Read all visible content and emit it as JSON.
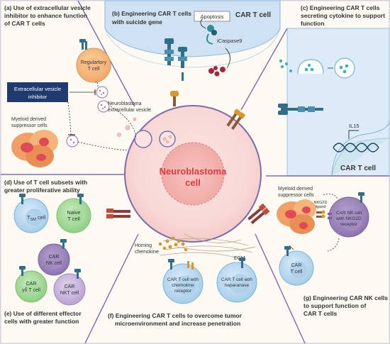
{
  "sections": {
    "a": {
      "title_l1": "(a) Use of extracellular vesicle",
      "title_l2": "inhibitor to enhance function",
      "title_l3": "of CAR T cells"
    },
    "b": {
      "title_l1": "(b) Engineering CAR T cells",
      "title_l2": "with suicide gene"
    },
    "c": {
      "title_l1": "(c) Engineering CAR T cells",
      "title_l2": "secreting cytokine to support",
      "title_l3": "function"
    },
    "d": {
      "title_l1": "(d) Use of T cell subsets with",
      "title_l2": "greater proliferative ability"
    },
    "e": {
      "title_l1": "(e) Use of different effector",
      "title_l2": "cells  with greater function"
    },
    "f": {
      "title_l1": "(f) Engineering CAR T cells to overcome tumor",
      "title_l2": "microenvironment and increase penetration"
    },
    "g": {
      "title_l1": "(g) Engineering CAR NK cells",
      "title_l2": "to support function of",
      "title_l3": "CAR T cells"
    }
  },
  "labels": {
    "car_t_top": "CAR T cell",
    "car_t_right": "CAR T cell",
    "apoptosis": "Apoptosis",
    "icaspase": "iCaspase9",
    "il15": "IL15",
    "regulatory_l1": "Regulartory",
    "regulatory_l2": "T cell",
    "ev_inhibitor_l1": "Extracellular vesicle",
    "ev_inhibitor_l2": "inhibitor",
    "myeloid_a_l1": "Myeloid derived",
    "myeloid_a_l2": "suppressor cells",
    "nb_ev_l1": "Neuroblastoma",
    "nb_ev_l2": "extracellular vesicle",
    "nb_cell_l1": "Neuroblastoma",
    "nb_cell_l2": "cell",
    "tsm_cell": "T",
    "tsm_sub": "SM",
    "tsm_suffix": " cell",
    "naive_l1": "Naive",
    "naive_l2": "T cell",
    "car_nk_l1": "CAR",
    "car_nk_l2": "NK cell",
    "car_gd_l1": "CAR",
    "car_gd_l2": "γδ T cell",
    "car_nkt_l1": "CAR",
    "car_nkt_l2": "NKT cell",
    "homing": "Homing",
    "chemokine": "chemokine",
    "ecm": "ECM",
    "chemo_cell_l1": "CAR T cell with",
    "chemo_cell_l2": "chemokine",
    "chemo_cell_l3": "receptor",
    "hep_cell_l1": "CAR T cell with",
    "hep_cell_l2": "heparanase",
    "myeloid_g_l1": "Myeloid derived",
    "myeloid_g_l2": "suppressor cells",
    "nkg2d_ligand_l1": "NKG2D",
    "nkg2d_ligand_l2": "ligand",
    "car_nk_g_l1": "CAR NK cell",
    "car_nk_g_l2": "with  NKG2D",
    "car_nk_g_l3": "receptor",
    "car_t_g_l1": "CAR",
    "car_t_g_l2": "T cell"
  },
  "colors": {
    "divider": "#7b6cae",
    "tumor_red": "#e0393e",
    "car_t_blue": "#cfe3f3",
    "receptor_teal": "#2f6f8c"
  }
}
